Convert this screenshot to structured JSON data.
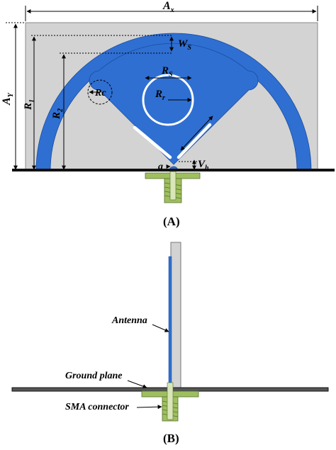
{
  "panel_a": {
    "caption": "(A)",
    "dimension_labels": {
      "ax": "A",
      "ax_sub": "x",
      "ay": "A",
      "ay_sub": "Y",
      "ws": "W",
      "ws_sub": "S",
      "r1": "R",
      "r1_sub": "1",
      "r2": "R",
      "r2_sub": "2",
      "rs": "R",
      "rs_sub": "S",
      "rr": "R",
      "rr_sub": "r",
      "rc": "Rc",
      "a": "a",
      "vh": "V",
      "vh_sub": "h"
    }
  },
  "panel_b": {
    "caption": "(B)",
    "labels": {
      "antenna": "Antenna",
      "ground_plane": "Ground plane",
      "sma_connector": "SMA connector"
    }
  },
  "colors": {
    "radiator_blue": "#2f6fd1",
    "substrate_gray": "#d3d3d3",
    "connector_green": "#9ebf5e",
    "ground_black": "#111111"
  }
}
